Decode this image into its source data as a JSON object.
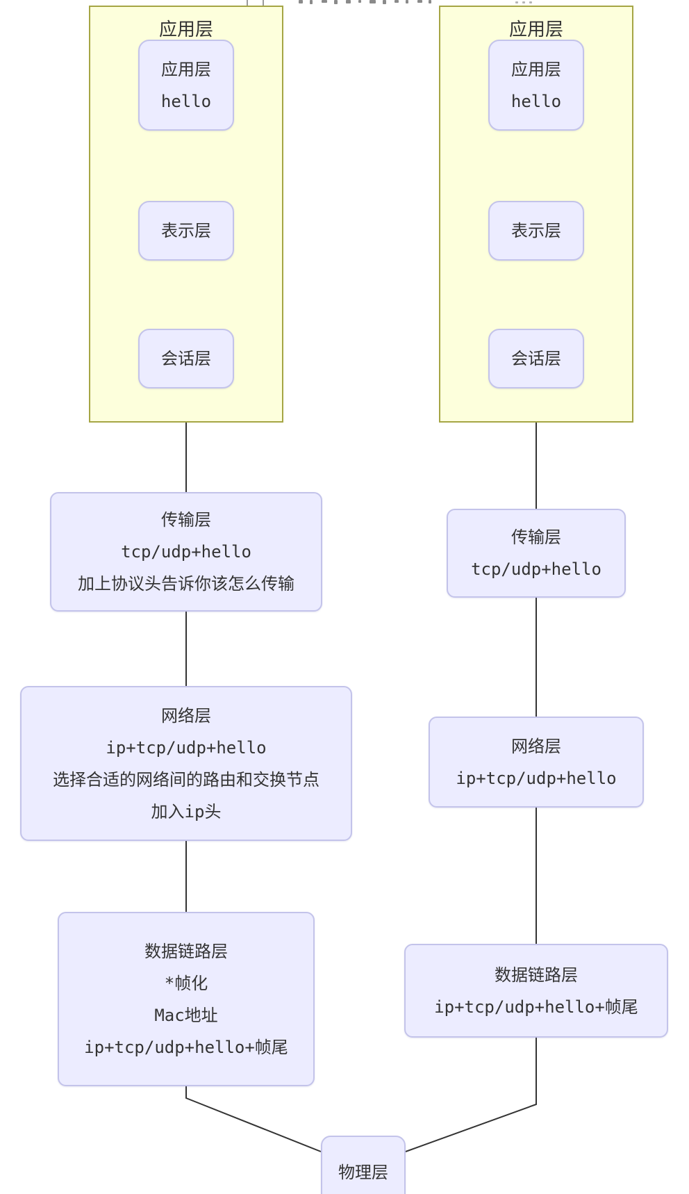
{
  "colors": {
    "cluster_fill": "#fdffdc",
    "cluster_border": "#a5a544",
    "node_fill": "#ececff",
    "node_border": "#c3c3ea",
    "edge": "#333333",
    "text": "#333333"
  },
  "clusters": {
    "left": {
      "title": "应用层"
    },
    "right": {
      "title": "应用层"
    }
  },
  "nodes": {
    "left_app": {
      "lines": [
        "应用层",
        "hello"
      ]
    },
    "left_presentation": {
      "lines": [
        "表示层"
      ]
    },
    "left_session": {
      "lines": [
        "会话层"
      ]
    },
    "left_transport": {
      "lines": [
        "传输层",
        "tcp/udp+hello",
        "加上协议头告诉你该怎么传输"
      ]
    },
    "left_network": {
      "lines": [
        "网络层",
        "ip+tcp/udp+hello",
        "选择合适的网络间的路由和交换节点",
        "加入ip头"
      ]
    },
    "left_datalink": {
      "lines": [
        "数据链路层",
        "*帧化",
        "Mac地址",
        "ip+tcp/udp+hello+帧尾"
      ]
    },
    "right_app": {
      "lines": [
        "应用层",
        "hello"
      ]
    },
    "right_presentation": {
      "lines": [
        "表示层"
      ]
    },
    "right_session": {
      "lines": [
        "会话层"
      ]
    },
    "right_transport": {
      "lines": [
        "传输层",
        "tcp/udp+hello"
      ]
    },
    "right_network": {
      "lines": [
        "网络层",
        "ip+tcp/udp+hello"
      ]
    },
    "right_datalink": {
      "lines": [
        "数据链路层",
        "ip+tcp/udp+hello+帧尾"
      ]
    },
    "physical": {
      "lines": [
        "物理层"
      ]
    }
  }
}
